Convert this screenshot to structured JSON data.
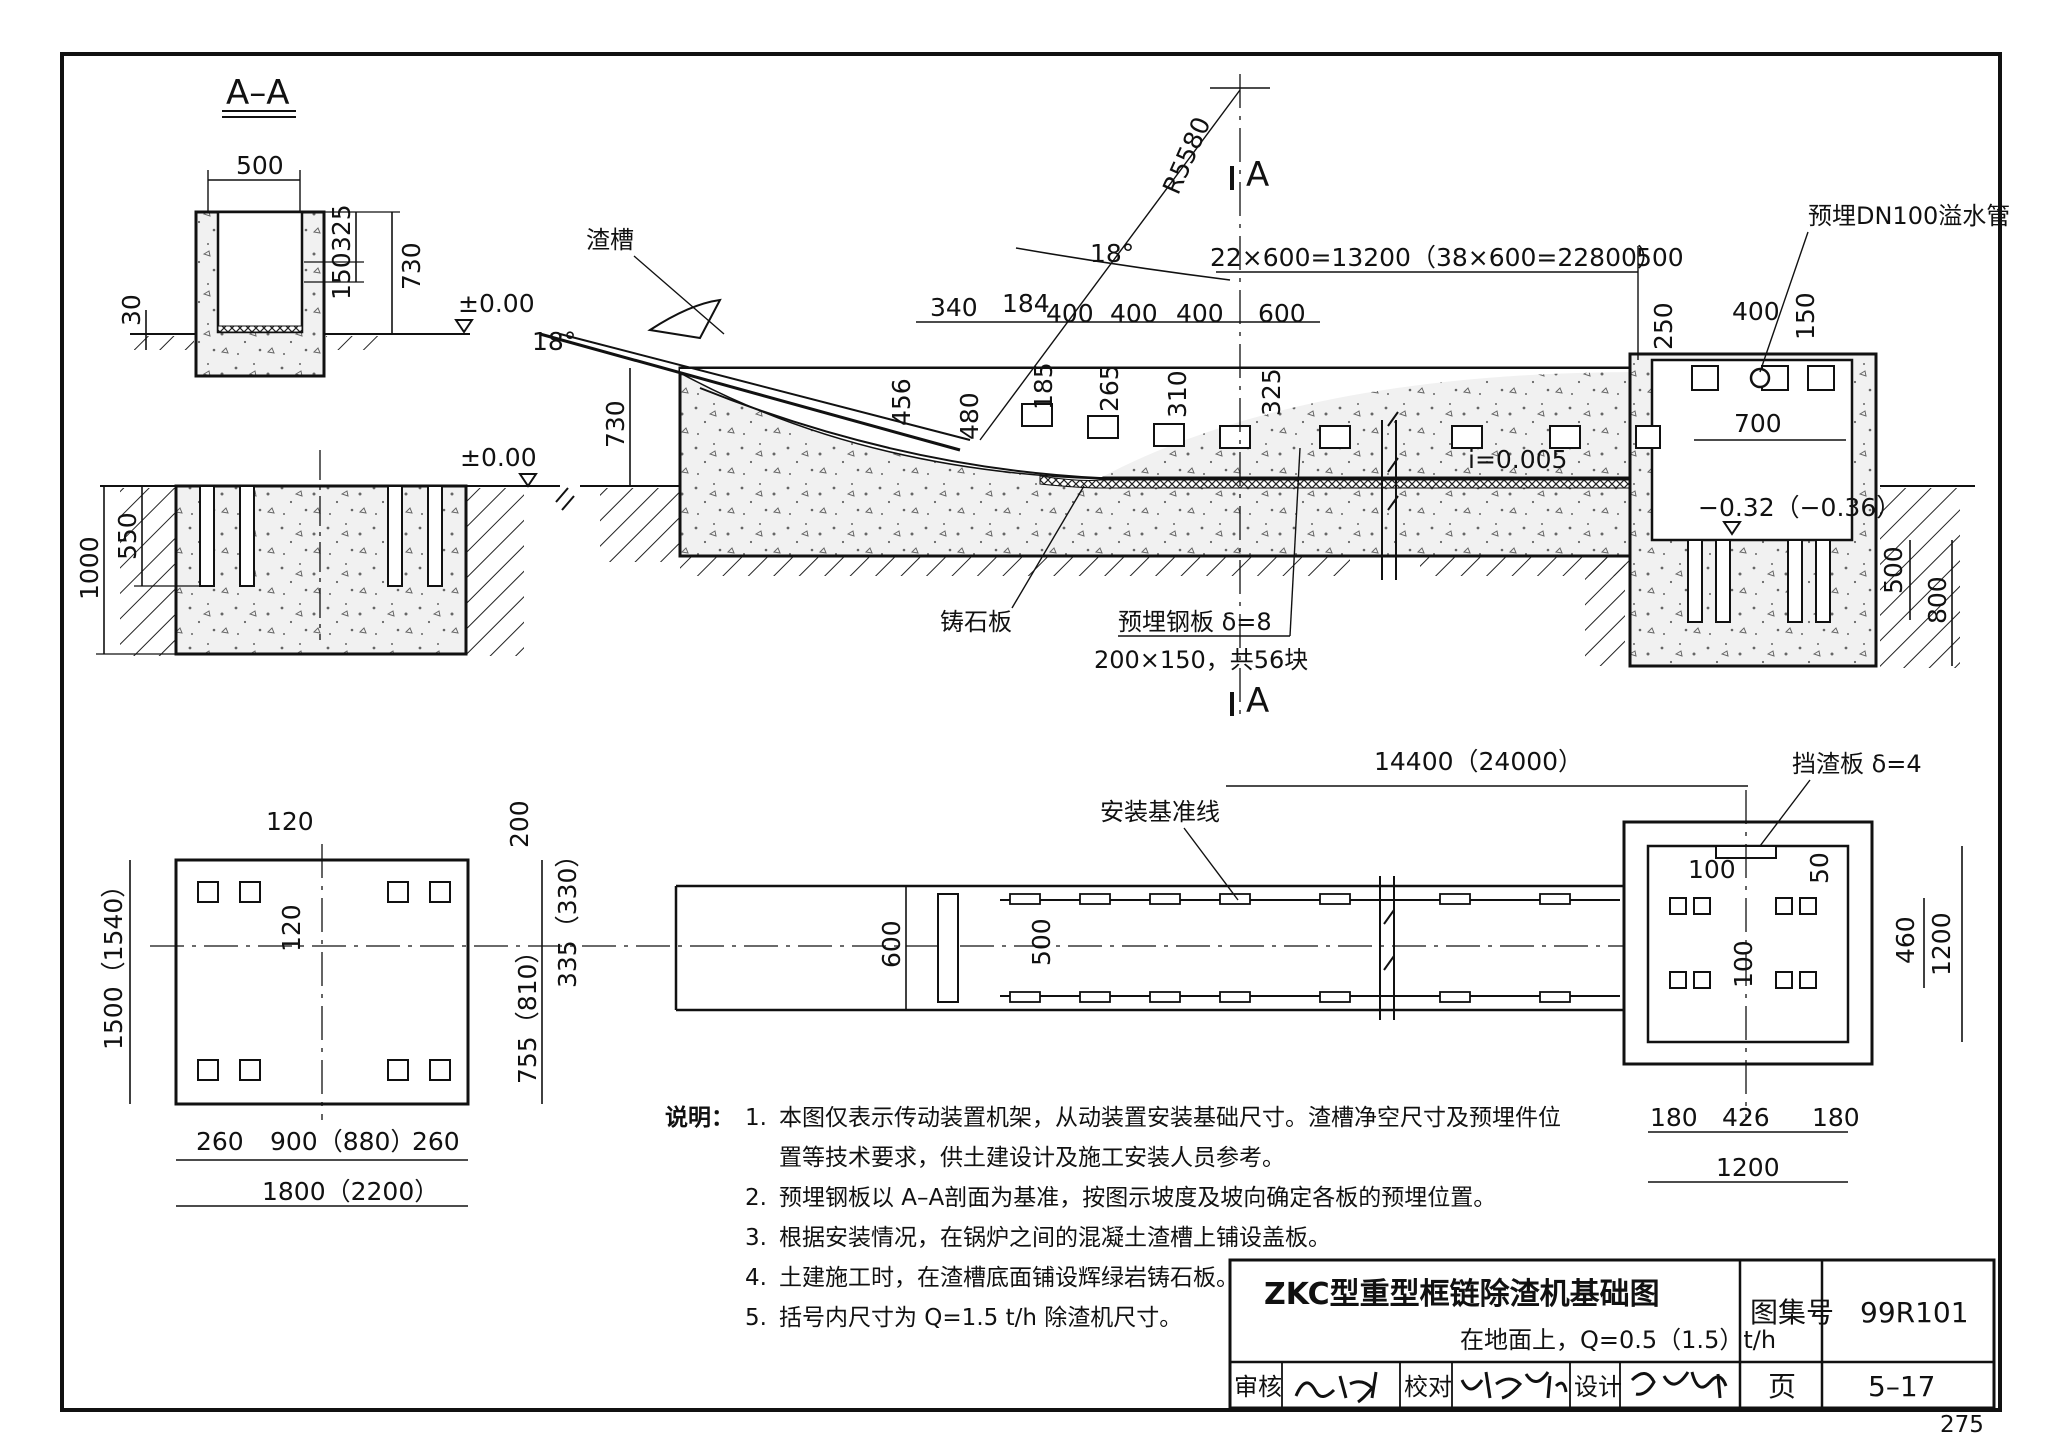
{
  "section": {
    "label": "A–A",
    "cut_mark": "A"
  },
  "section_aa": {
    "dims": [
      "500",
      "325",
      "150",
      "730",
      "30",
      "±0.00"
    ],
    "foundation": {
      "level": "±0.00",
      "dims": [
        "550",
        "1000"
      ]
    }
  },
  "elevation": {
    "labels": {
      "slag_trough": "渣槽",
      "cast_stone": "铸石板",
      "embedded_plate": "预埋钢板 δ=8",
      "embedded_plate_qty": "200×150，共56块",
      "overflow_pipe": "预埋DN100溢水管"
    },
    "dims": {
      "radius": "R5580",
      "angle_top": "18°",
      "angle_left": "18°",
      "span": "22×600=13200（38×600=22800）",
      "end": "500",
      "d340": "340",
      "d184": "184",
      "d400a": "400",
      "d400b": "400",
      "d400c": "400",
      "d600": "600",
      "h730": "730",
      "h456": "456",
      "h480": "480",
      "h185": "185",
      "h265": "265",
      "h310": "310",
      "h325": "325",
      "slope": "i=0.005",
      "d250": "250",
      "d400pit": "400",
      "d150": "150",
      "d700": "700",
      "pit_level": "−0.32（−0.36）",
      "h500": "500",
      "h800": "800"
    }
  },
  "plan": {
    "labels": {
      "baseline": "安装基准线",
      "baffle": "挡渣板 δ=4"
    },
    "dims": {
      "total": "14400（24000）",
      "w600": "600",
      "w500": "500",
      "d100a": "100",
      "d50": "50",
      "d100b": "100",
      "d460": "460",
      "d1200v": "1200",
      "d180a": "180",
      "d426": "426",
      "d180b": "180",
      "d1200h": "1200"
    }
  },
  "base_plan": {
    "dims": {
      "d120a": "120",
      "d120b": "120",
      "d200": "200",
      "d335": "335（330）",
      "d755": "755（810）",
      "d1500": "1500（1540）",
      "d260a": "260",
      "d900": "900（880）",
      "d260b": "260",
      "d1800": "1800（2200）"
    }
  },
  "notes": {
    "label": "说明：",
    "items": [
      {
        "num": "1.",
        "text": "本图仅表示传动装置机架，从动装置安装基础尺寸。渣槽净空尺寸及预埋件位置等技术要求，供土建设计及施工安装人员参考。"
      },
      {
        "num": "2.",
        "text": "预埋钢板以 A–A剖面为基准，按图示坡度及坡向确定各板的预埋位置。"
      },
      {
        "num": "3.",
        "text": "根据安装情况，在锅炉之间的混凝土渣槽上铺设盖板。"
      },
      {
        "num": "4.",
        "text": "土建施工时，在渣槽底面铺设辉绿岩铸石板。"
      },
      {
        "num": "5.",
        "text": "括号内尺寸为 Q=1.5 t/h 除渣机尺寸。"
      }
    ]
  },
  "title_block": {
    "title": "ZKC型重型框链除渣机基础图",
    "subtitle": "在地面上，Q=0.5（1.5）t/h",
    "atlas_label": "图集号",
    "atlas_no": "99R101",
    "review": "审核",
    "check": "校对",
    "design": "设计",
    "page_label": "页",
    "page_no": "5–17"
  },
  "sheet_number": "275"
}
